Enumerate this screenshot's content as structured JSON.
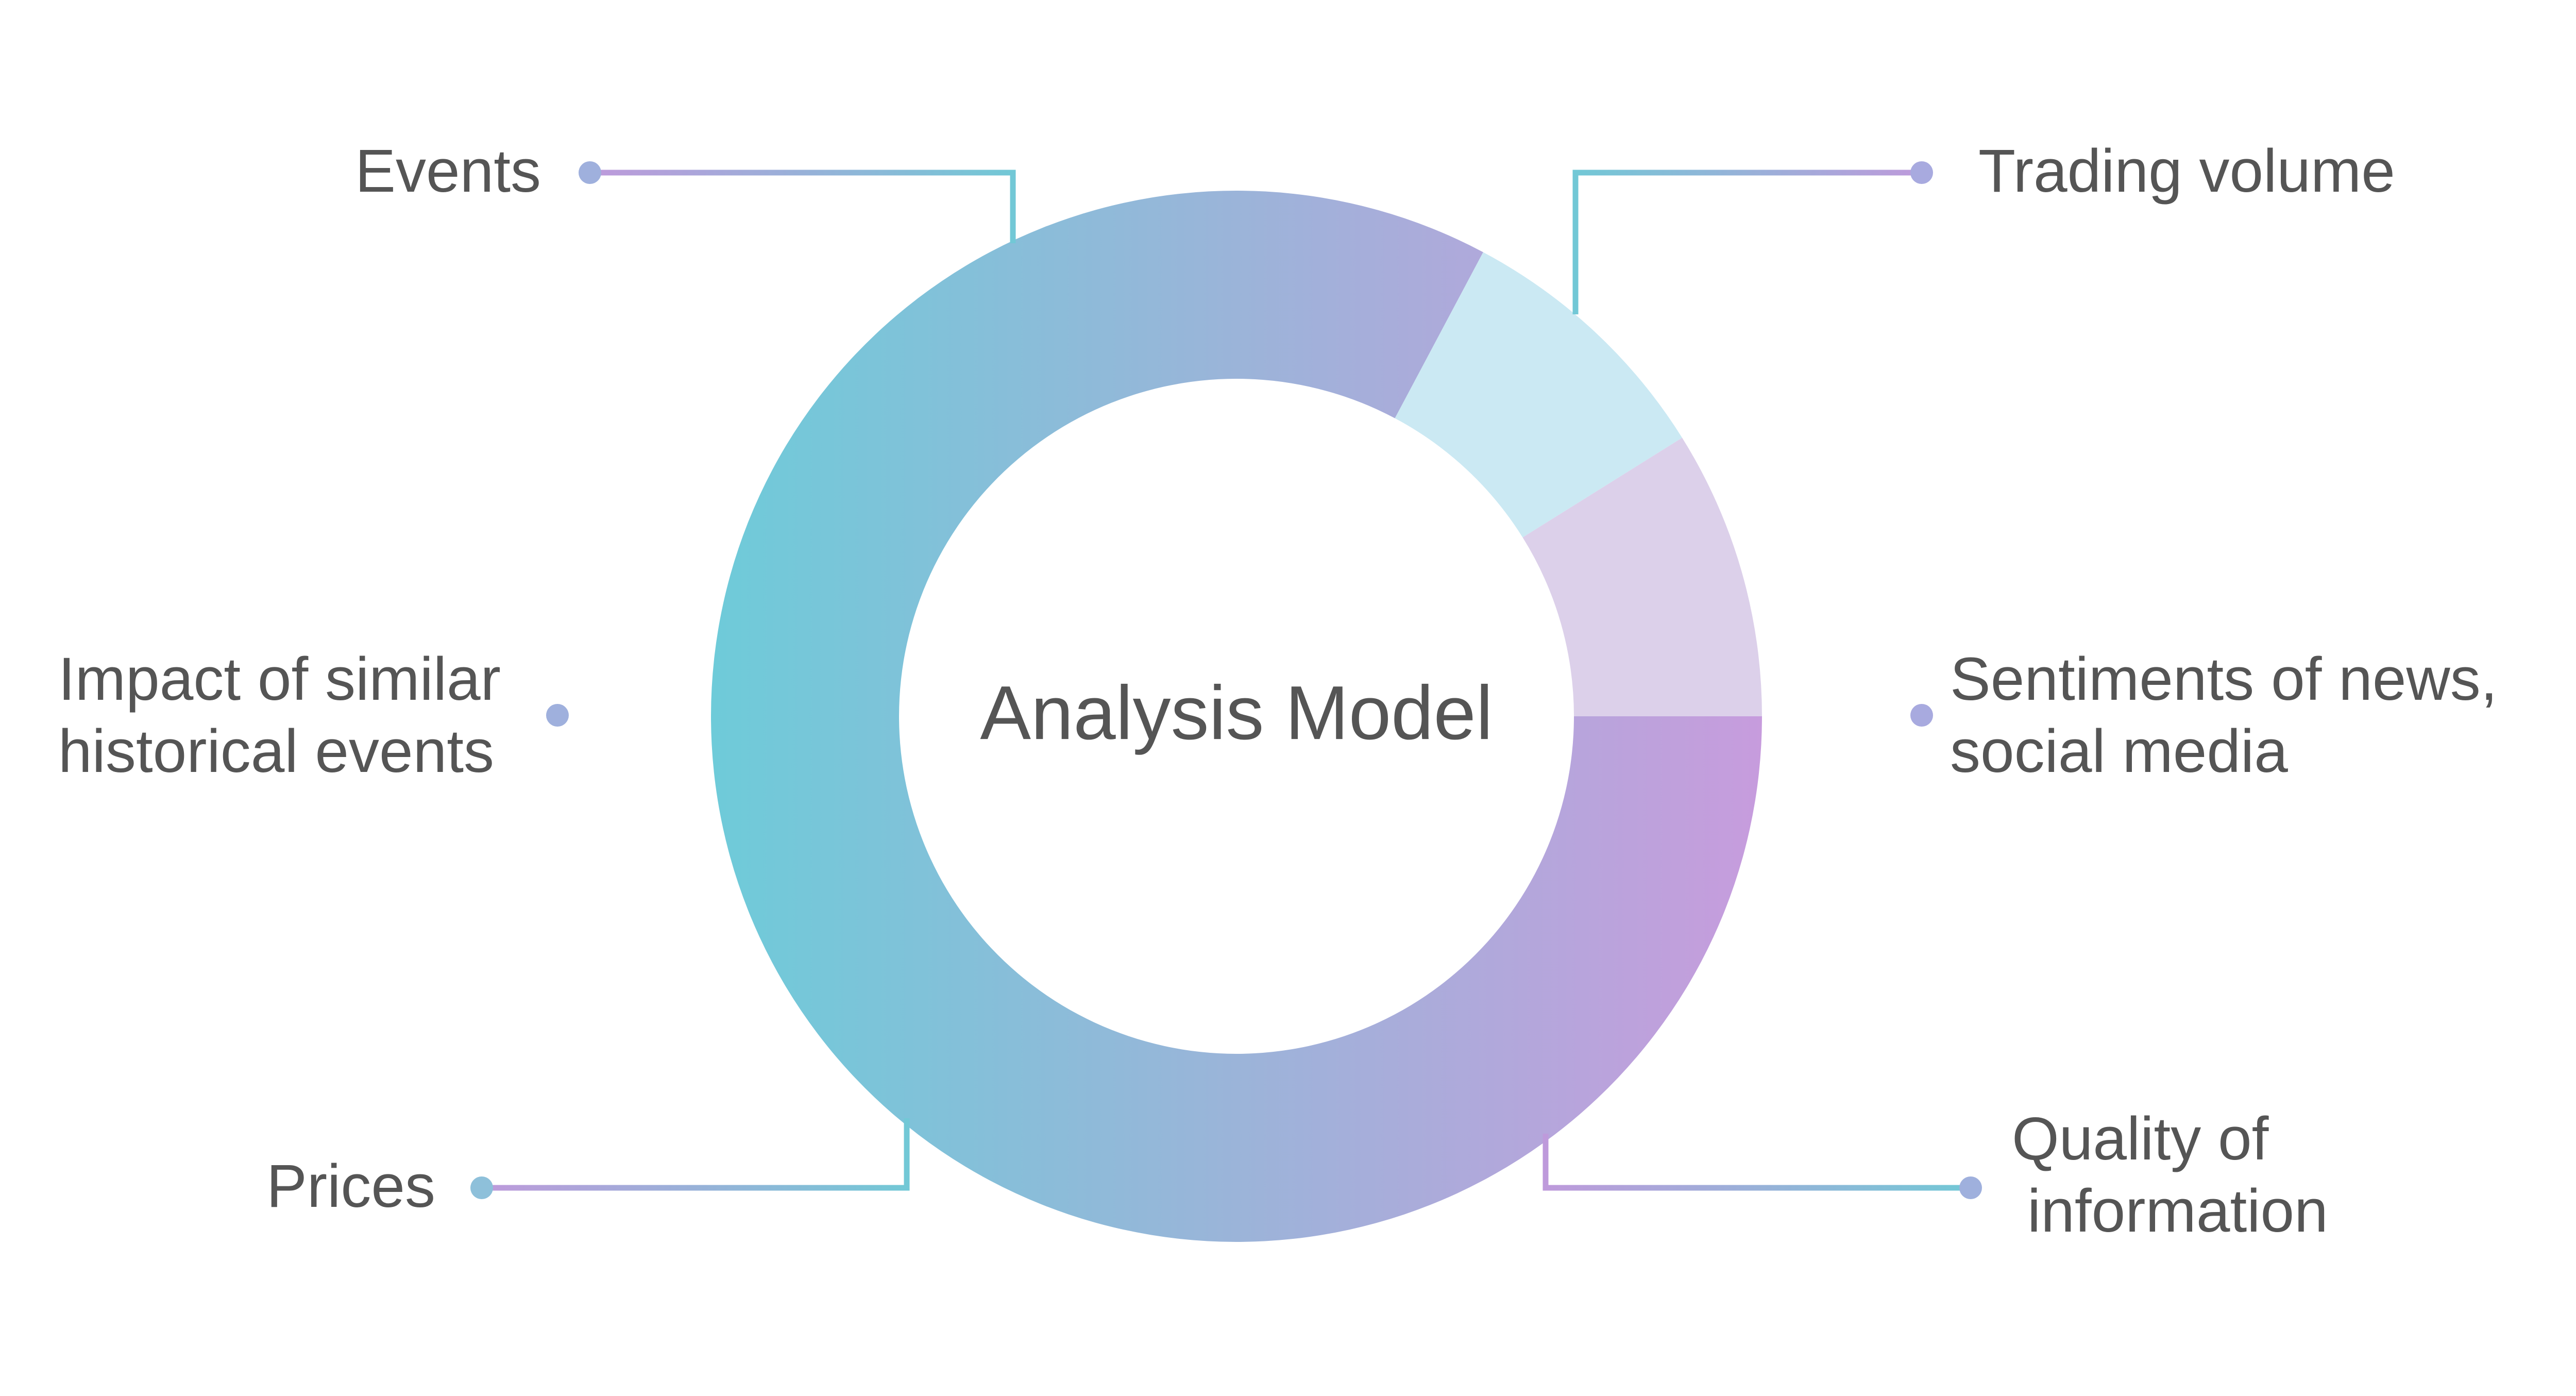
{
  "center": {
    "label": "Analysis Model"
  },
  "factors": [
    {
      "id": "events",
      "lines": [
        "Events"
      ]
    },
    {
      "id": "trading-volume",
      "lines": [
        "Trading volume"
      ]
    },
    {
      "id": "impact",
      "lines": [
        "Impact of similar",
        "historical events"
      ]
    },
    {
      "id": "sentiments",
      "lines": [
        "Sentiments of news,",
        "social media"
      ]
    },
    {
      "id": "prices",
      "lines": [
        "Prices"
      ]
    },
    {
      "id": "quality",
      "lines": [
        "Quality of",
        "information"
      ]
    }
  ],
  "colors": {
    "gradient_start": "#6ECBD9",
    "gradient_mid": "#9BB4D9",
    "gradient_end": "#C79CDD",
    "segment_light_blue": "#CBE9F3",
    "segment_light_lavender": "#DCD0EA",
    "connector_teal": "#72C8D6",
    "connector_purple": "#BE9ADB",
    "text": "#555555"
  }
}
